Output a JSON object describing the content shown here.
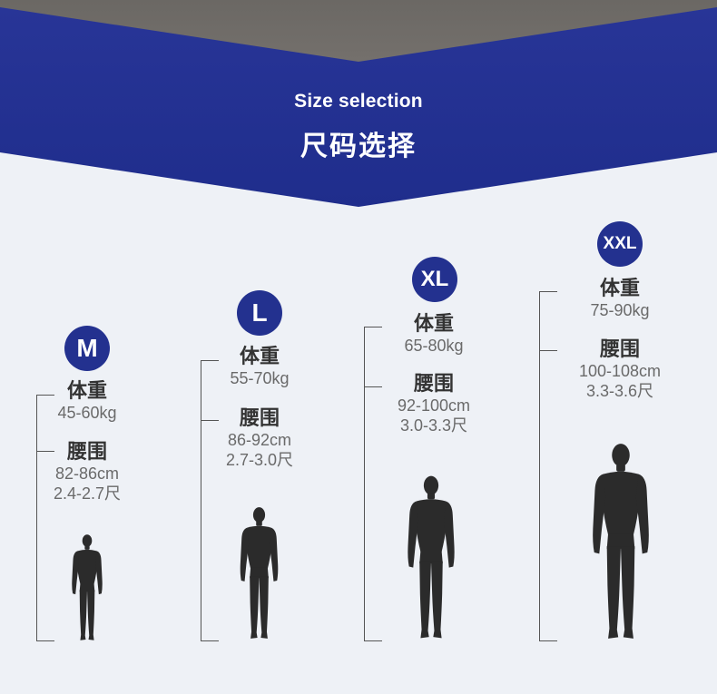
{
  "header": {
    "title_en": "Size selection",
    "title_cn": "尺码选择"
  },
  "colors": {
    "accent_blue": "#23318f",
    "background": "#eef1f6",
    "top_gray": "#716d69",
    "figure": "#2b2b2b"
  },
  "sizes": [
    {
      "badge": "M",
      "weight_label": "体重",
      "weight": "45-60kg",
      "waist_label": "腰围",
      "waist_cm": "82-86cm",
      "waist_chi": "2.4-2.7尺"
    },
    {
      "badge": "L",
      "weight_label": "体重",
      "weight": "55-70kg",
      "waist_label": "腰围",
      "waist_cm": "86-92cm",
      "waist_chi": "2.7-3.0尺"
    },
    {
      "badge": "XL",
      "weight_label": "体重",
      "weight": "65-80kg",
      "waist_label": "腰围",
      "waist_cm": "92-100cm",
      "waist_chi": "3.0-3.3尺"
    },
    {
      "badge": "XXL",
      "weight_label": "体重",
      "weight": "75-90kg",
      "waist_label": "腰围",
      "waist_cm": "100-108cm",
      "waist_chi": "3.3-3.6尺"
    }
  ]
}
